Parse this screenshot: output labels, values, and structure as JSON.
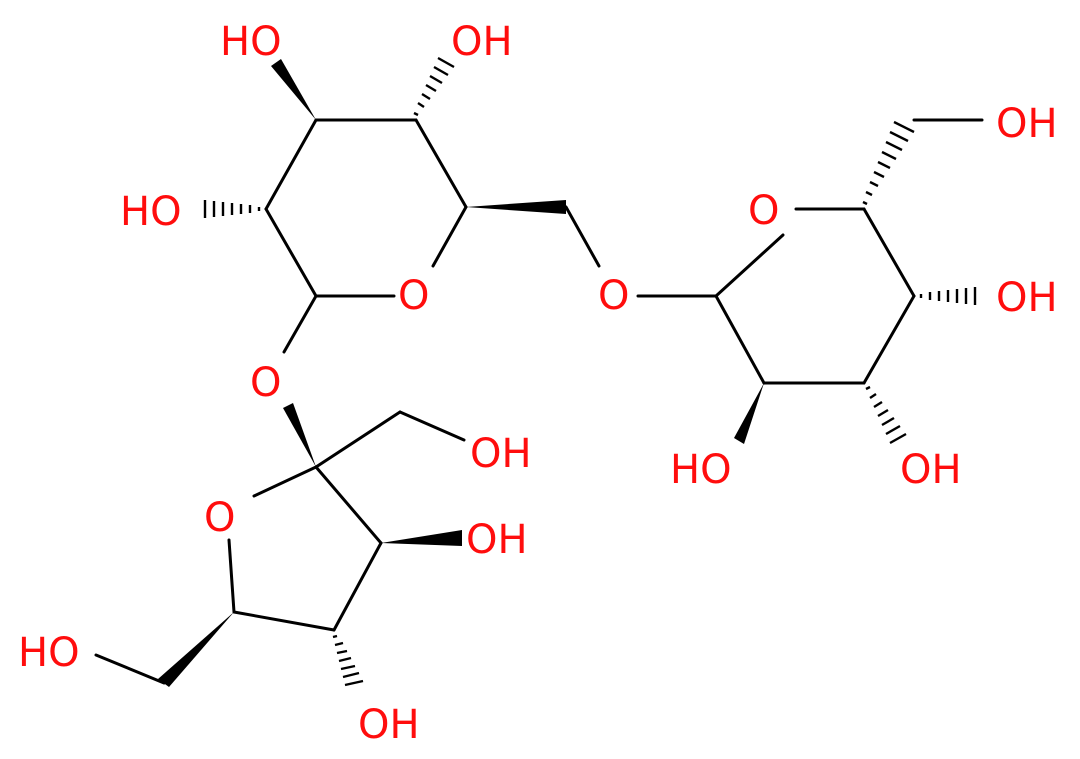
{
  "molecule": {
    "atom_color": "#ff0d0d",
    "bond_color": "#000000",
    "labels": {
      "ho_top_left": "HO",
      "oh_top_right": "OH",
      "ho_left": "HO",
      "ring_o_1": "O",
      "bridge_o_1": "O",
      "oh_ch2_1": "OH",
      "ring_o_2": "O",
      "oh_c3_2": "OH",
      "ho_ch2_2": "HO",
      "oh_c4_2": "OH",
      "bridge_o_2": "O",
      "ring_o_3": "O",
      "oh_ch2_3": "OH",
      "oh_c4_3": "OH",
      "ho_c2_3": "HO",
      "oh_c3_3": "OH"
    }
  }
}
